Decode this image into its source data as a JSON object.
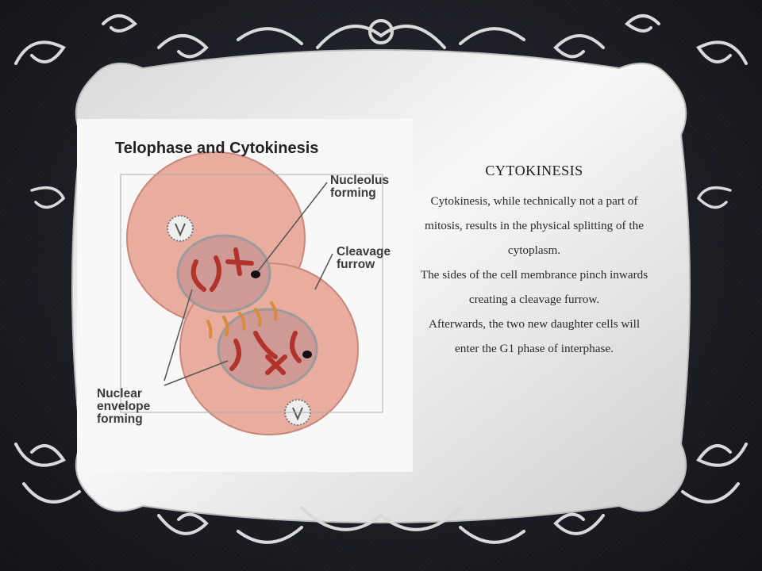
{
  "slide": {
    "heading": "CYTOKINESIS",
    "paragraphs": [
      "Cytokinesis, while technically not a part of mitosis, results in the physical splitting of the cytoplasm.",
      "The sides of the cell membrance pinch inwards creating a cleavage furrow.",
      "Afterwards, the two new daughter cells will enter the G1 phase of interphase."
    ]
  },
  "diagram": {
    "title": "Telophase and Cytokinesis",
    "labels": {
      "nucleolus": "Nucleolus\nforming",
      "cleavage": "Cleavage\nfurrow",
      "nuclear": "Nuclear\nenvelope\nforming"
    }
  },
  "colors": {
    "background": "#1d1f26",
    "panel": "#f2f2f2",
    "cytoplasm": "#e8a898",
    "chromosome": "#b2332b"
  }
}
